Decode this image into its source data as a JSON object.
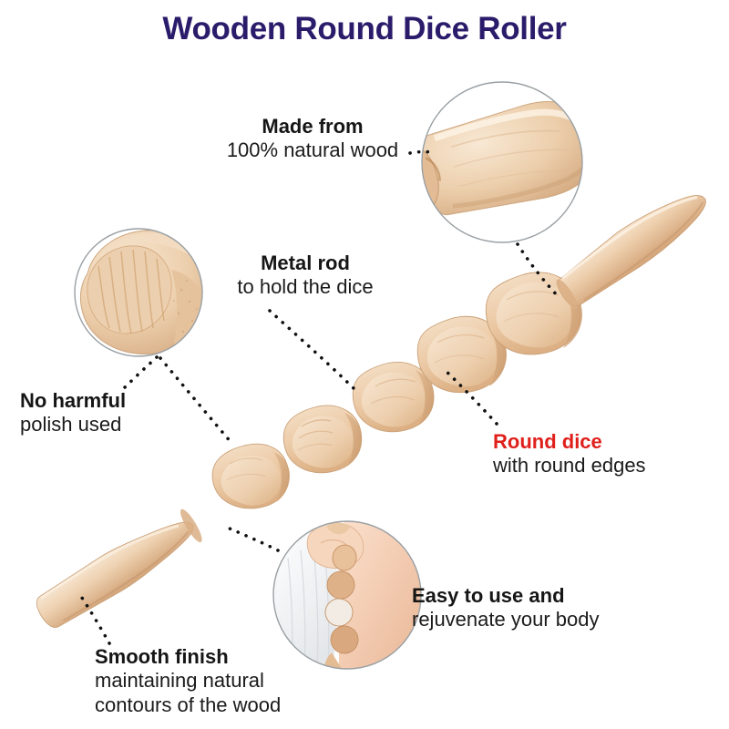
{
  "page": {
    "title": "Wooden Round Dice Roller",
    "title_color": "#2b1c6b",
    "background_color": "#ffffff",
    "accent_red": "#e0201b",
    "text_color": "#161616",
    "wood_light": "#f3ddc4",
    "wood_mid": "#e9c8a4",
    "wood_dark": "#d8ae85",
    "wood_shadow": "#c99a6e",
    "inset_border_color": "#9aa0a4",
    "leader_dot_color": "#111111"
  },
  "callouts": {
    "made_from": {
      "headline": "Made from",
      "subline": "100% natural wood"
    },
    "metal_rod": {
      "headline": "Metal rod",
      "subline": "to hold the dice"
    },
    "no_harmful": {
      "headline": "No harmful",
      "subline": "polish used"
    },
    "round_dice": {
      "headline": "Round dice",
      "subline": "with round edges"
    },
    "easy_to_use": {
      "headline": "Easy to use and",
      "subline": "rejuvenate your body"
    },
    "smooth_finish": {
      "headline": "Smooth finish",
      "subline": "maintaining natural",
      "subline2": "contours of the wood"
    }
  },
  "insets": {
    "handle_closeup": {
      "name": "handle-closeup-inset",
      "subject": "close-up of wooden handle end"
    },
    "dice_face_closeup": {
      "name": "dice-face-closeup-inset",
      "subject": "close-up of wooden dice bead face with grain"
    },
    "in_use_closeup": {
      "name": "in-use-closeup-inset",
      "subject": "person rolling the massager on their body"
    }
  },
  "product": {
    "name": "wooden round dice roller",
    "bead_count": 5,
    "handle_count": 2
  }
}
